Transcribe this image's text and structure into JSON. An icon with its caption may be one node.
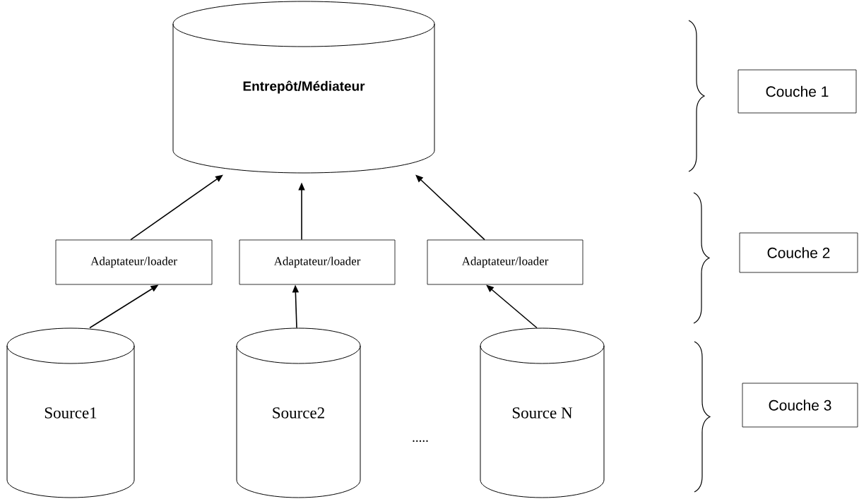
{
  "diagram": {
    "nodes": [
      {
        "text": [
          "**Entrepôt/Médiateur**"
        ]
      },
      {
        "text": [
          "Adaptateur/loader"
        ]
      },
      {
        "text": [
          "Adaptateur/loader"
        ]
      },
      {
        "text": [
          "Adaptateur/loader"
        ]
      },
      {
        "text": [
          "Source1"
        ]
      },
      {
        "text": [
          "Source2"
        ]
      },
      {
        "text": [
          "Source N"
        ]
      },
      {
        "text": [
          "Couche 1"
        ]
      },
      {
        "text": [
          "Couche 2"
        ]
      },
      {
        "text": [
          "Couche 3"
        ]
      }
    ],
    "edges": [
      {
        "from": 1,
        "to": 0,
        "arrow": "to"
      },
      {
        "from": 2,
        "to": 0,
        "arrow": "to"
      },
      {
        "from": 3,
        "to": 0,
        "arrow": "to"
      },
      {
        "from": 4,
        "to": 1,
        "arrow": "to"
      },
      {
        "from": 5,
        "to": 2,
        "arrow": "to"
      },
      {
        "from": 6,
        "to": 3,
        "arrow": "to"
      }
    ],
    "labels": [
      "....."
    ]
  }
}
